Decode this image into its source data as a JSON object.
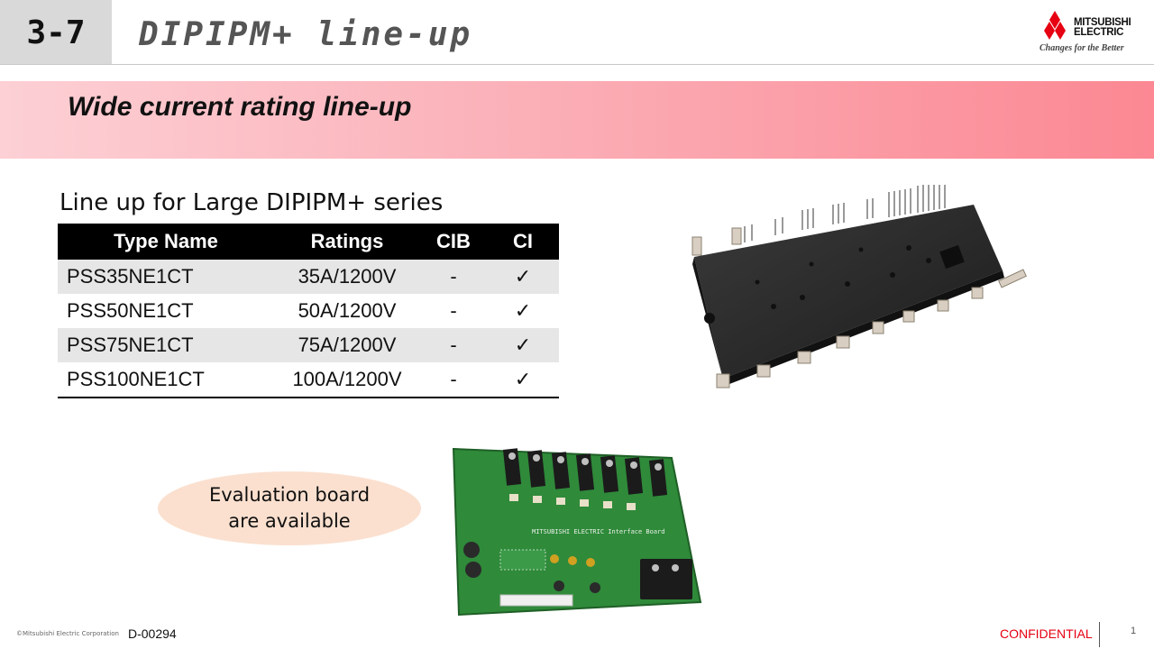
{
  "header": {
    "section_number": "3-7",
    "title": "DIPIPM+ line-up"
  },
  "logo": {
    "name_line1": "MITSUBISHI",
    "name_line2": "ELECTRIC",
    "tagline": "Changes for the Better",
    "brand_color": "#e60012"
  },
  "banner": {
    "subtitle": "Wide current rating line-up"
  },
  "table": {
    "caption": "Line up for Large DIPIPM+ series",
    "headers": [
      "Type Name",
      "Ratings",
      "CIB",
      "CI"
    ],
    "rows": [
      {
        "type_name": "PSS35NE1CT",
        "rating": "35A/1200V",
        "cib": "-",
        "ci": "✓"
      },
      {
        "type_name": "PSS50NE1CT",
        "rating": "50A/1200V",
        "cib": "-",
        "ci": "✓"
      },
      {
        "type_name": "PSS75NE1CT",
        "rating": "75A/1200V",
        "cib": "-",
        "ci": "✓"
      },
      {
        "type_name": "PSS100NE1CT",
        "rating": "100A/1200V",
        "cib": "-",
        "ci": "✓"
      }
    ]
  },
  "callout": {
    "line1": "Evaluation board",
    "line2": "are available"
  },
  "board": {
    "silk_brand": "MITSUBISHI ELECTRIC Interface Board"
  },
  "footer": {
    "copyright": "©Mitsubishi Electric Corporation",
    "doc_id": "D-00294",
    "confidential": "CONFIDENTIAL",
    "page_number": "1"
  }
}
